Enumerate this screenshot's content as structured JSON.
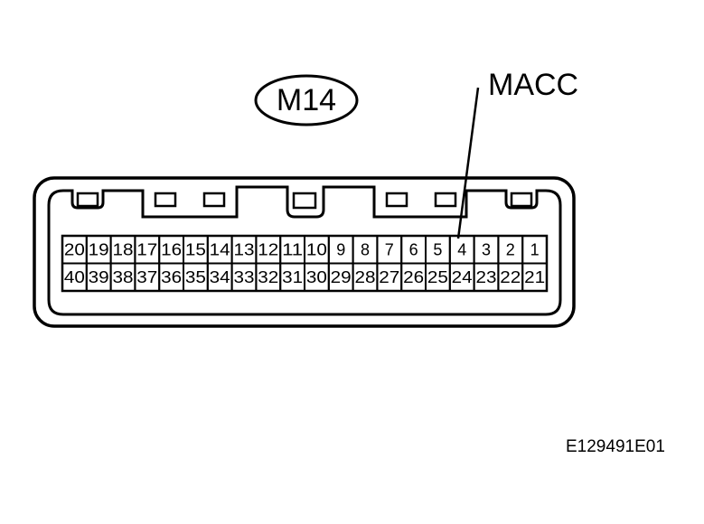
{
  "connector": {
    "id": "M14",
    "pins_top": [
      "20",
      "19",
      "18",
      "17",
      "16",
      "15",
      "14",
      "13",
      "12",
      "11",
      "10",
      "9",
      "8",
      "7",
      "6",
      "5",
      "4",
      "3",
      "2",
      "1"
    ],
    "pins_bottom": [
      "40",
      "39",
      "38",
      "37",
      "36",
      "35",
      "34",
      "33",
      "32",
      "31",
      "30",
      "29",
      "28",
      "27",
      "26",
      "25",
      "24",
      "23",
      "22",
      "21"
    ]
  },
  "callout": {
    "label": "MACC",
    "pin": "4"
  },
  "figure_code": "E129491E01"
}
